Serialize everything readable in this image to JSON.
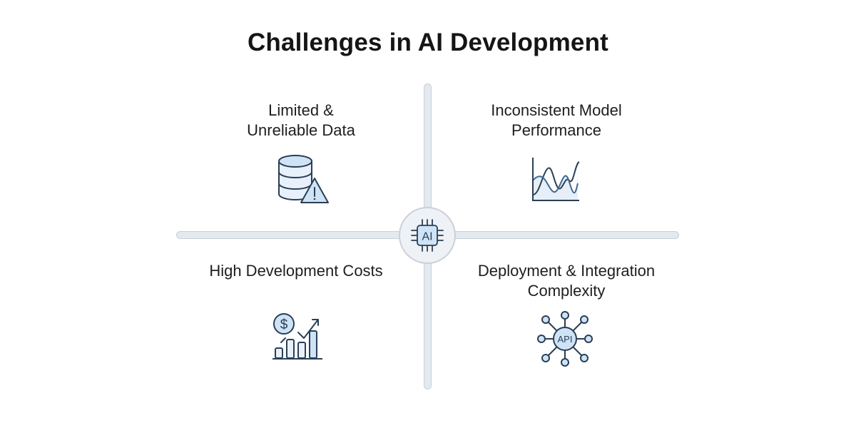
{
  "title": "Challenges in AI Development",
  "hub": {
    "label": "AI",
    "icon": "ai-chip-icon"
  },
  "quadrants": [
    {
      "position": "top-left",
      "line1": "Limited &",
      "line2": "Unreliable Data",
      "icon": "database-warning-icon"
    },
    {
      "position": "top-right",
      "line1": "Inconsistent Model",
      "line2": "Performance",
      "icon": "fluctuating-chart-icon"
    },
    {
      "position": "bottom-left",
      "line1": "High Development Costs",
      "line2": "",
      "icon": "rising-cost-chart-icon"
    },
    {
      "position": "bottom-right",
      "line1": "Deployment & Integration",
      "line2": "Complexity",
      "icon": "api-network-icon",
      "icon_text": "API"
    }
  ],
  "colors": {
    "icon_stroke": "#2a3f55",
    "icon_fill": "#cfe3f7",
    "axis_fill": "#e4e9ef",
    "axis_border": "#c9d0d8"
  }
}
